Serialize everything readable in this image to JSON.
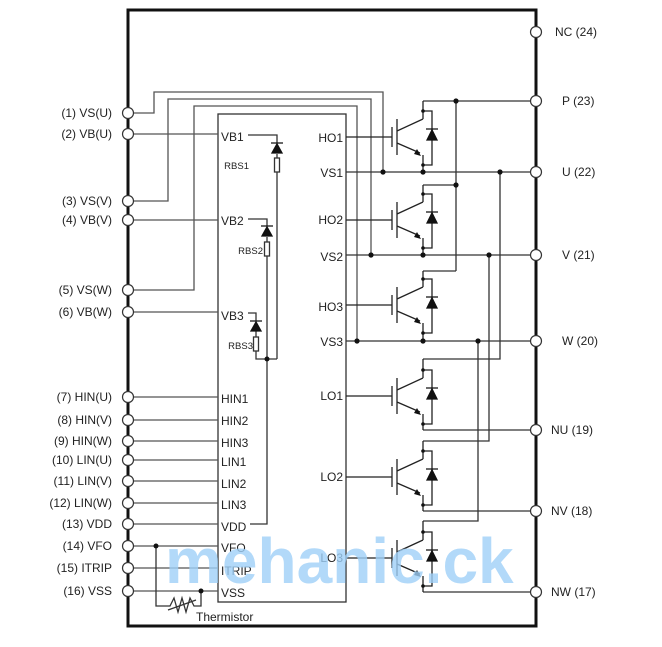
{
  "left_pins": [
    "(1) VS(U)",
    "(2) VB(U)",
    "(3) VS(V)",
    "(4) VB(V)",
    "(5) VS(W)",
    "(6) VB(W)",
    "(7) HIN(U)",
    "(8) HIN(V)",
    "(9) HIN(W)",
    "(10) LIN(U)",
    "(11) LIN(V)",
    "(12) LIN(W)",
    "(13) VDD",
    "(14) VFO",
    "(15) ITRIP",
    "(16) VSS"
  ],
  "right_pins": [
    "NC (24)",
    "P (23)",
    "U (22)",
    "V (21)",
    "W (20)",
    "NU (19)",
    "NV (18)",
    "NW (17)"
  ],
  "ic_left": [
    "VB1",
    "VB2",
    "VB3",
    "HIN1",
    "HIN2",
    "HIN3",
    "LIN1",
    "LIN2",
    "LIN3",
    "VDD",
    "VFO",
    "ITRIP",
    "VSS"
  ],
  "ic_right": [
    "HO1",
    "VS1",
    "HO2",
    "VS2",
    "HO3",
    "VS3",
    "LO1",
    "LO2",
    "LO3"
  ],
  "resistors": [
    "RBS1",
    "RBS2",
    "RBS3"
  ],
  "thermistor": "Thermistor",
  "watermark": "mehanic.ck"
}
